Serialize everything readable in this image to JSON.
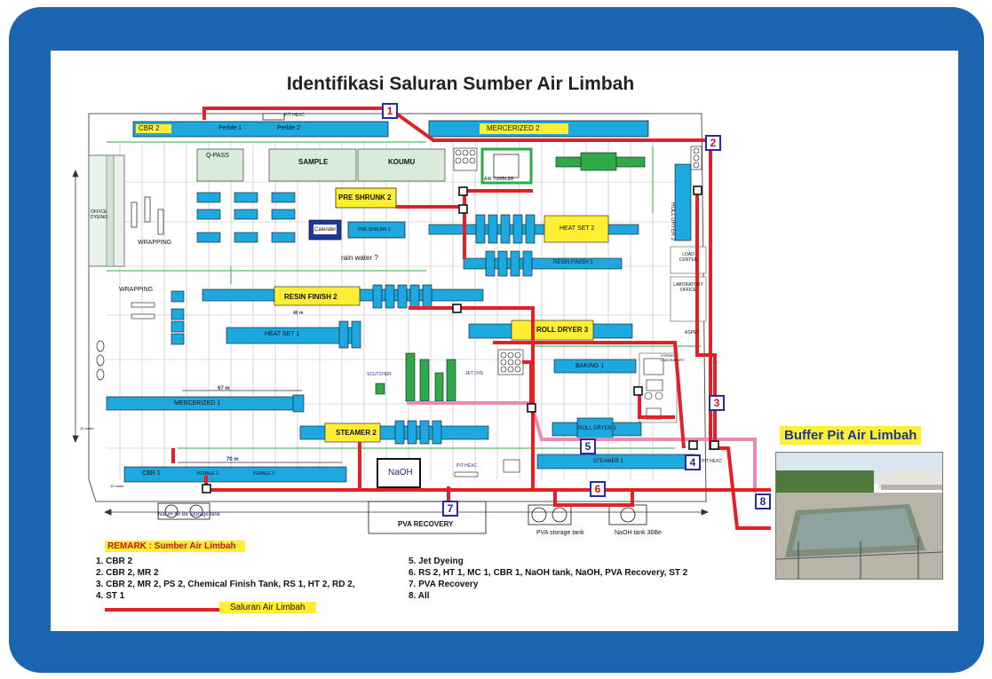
{
  "title": "Identifikasi Saluran Sumber Air Limbah",
  "colors": {
    "frame_blue": "#1a64b0",
    "machine_blue": "#1ea8e0",
    "label_yellow": "#ffee33",
    "waste_line_red": "#e51f26",
    "jet_dye_pink": "#e98bb7",
    "number_box_blue": "#2a2aa0",
    "wall_green": "#2faa4a"
  },
  "plan_labels": {
    "cbr2": "CBR 2",
    "perble1_top": "Perble 1",
    "perble2_top": "Perble 2",
    "pit_hexc_top": "PIT HEXC",
    "mercerized2": "MERCERIZED  2",
    "qpass": "Q-PASS",
    "sample": "SAMPLE",
    "koumu": "KOUMU",
    "air_tumbler": "AIR TUMBLER",
    "pre_shrunk2": "PRE SHRUNK 2",
    "pre_shrunk1": "PRE SHRUNK 1",
    "calender": "Calender",
    "rain_water": "rain water ?",
    "heat_set2": "HEAT SET 2",
    "resin_finish1": "RESIN FINISH 1",
    "roll_dryer2": "ROLL DRYER 2",
    "load_center": "LOAD CENTER",
    "laboratory_office": "LABORATORY OFFICE",
    "office_dyeing": "OFFICE DYEING",
    "wrapping_top": "WRAPPING",
    "wrapping_mid": "WRAPPING",
    "resin_finish2": "RESIN FINISH 2",
    "roll_dryer3": "ROLL DRYER 3",
    "heat_set1": "HEAT SET 1",
    "scutcher": "SCUTCHER",
    "jet_dye": "JET DYE",
    "baking1": "BAKING  1",
    "dyeing_laboratory": "DYEING LABORATORY",
    "mercerized1": "MERCERIZED  1",
    "dim_67m": "67 m",
    "dim_40m": "40 m",
    "dim_70m": "70 m",
    "dim_10meter": "10 meter",
    "dim_10meter_b": "10 meter",
    "steamer2": "STEAMER  2",
    "roll_dryer1": "ROLL DRYER 1",
    "steamer1": "STEAMER 1",
    "pit_hexc_right": "PIT HEXC",
    "pit_hexc_mid": "PIT HEXC",
    "cbr1": "CBR  1",
    "perble1_bottom": "PERBLE 1",
    "perble2_bottom": "PERBLE 2",
    "naoh": "NaOH",
    "naoh_storage": "NaOH 48 Be Storage tank",
    "pva_recovery": "PVA RECOVERY",
    "pva_storage": "PVA storage tank",
    "naoh_tank": "NaOH tank 36Be",
    "aspet": "ASPET"
  },
  "numbers": [
    "1",
    "2",
    "3",
    "4",
    "5",
    "6",
    "7",
    "8"
  ],
  "remark": {
    "title": "REMARK : Sumber Air Limbah",
    "left": [
      "1. CBR 2",
      "2. CBR 2, MR 2",
      "3. CBR 2, MR 2, PS 2, Chemical Finish Tank, RS 1, HT 2, RD 2,",
      "4. ST 1"
    ],
    "right": [
      "5. Jet Dyeing",
      "6. RS 2, HT 1, MC 1, CBR 1, NaOH tank, NaOH, PVA Recovery, ST 2",
      "7. PVA Recovery",
      "8. All"
    ],
    "legend": "Saluran Air Limbah"
  },
  "buffer_title": "Buffer Pit Air Limbah"
}
